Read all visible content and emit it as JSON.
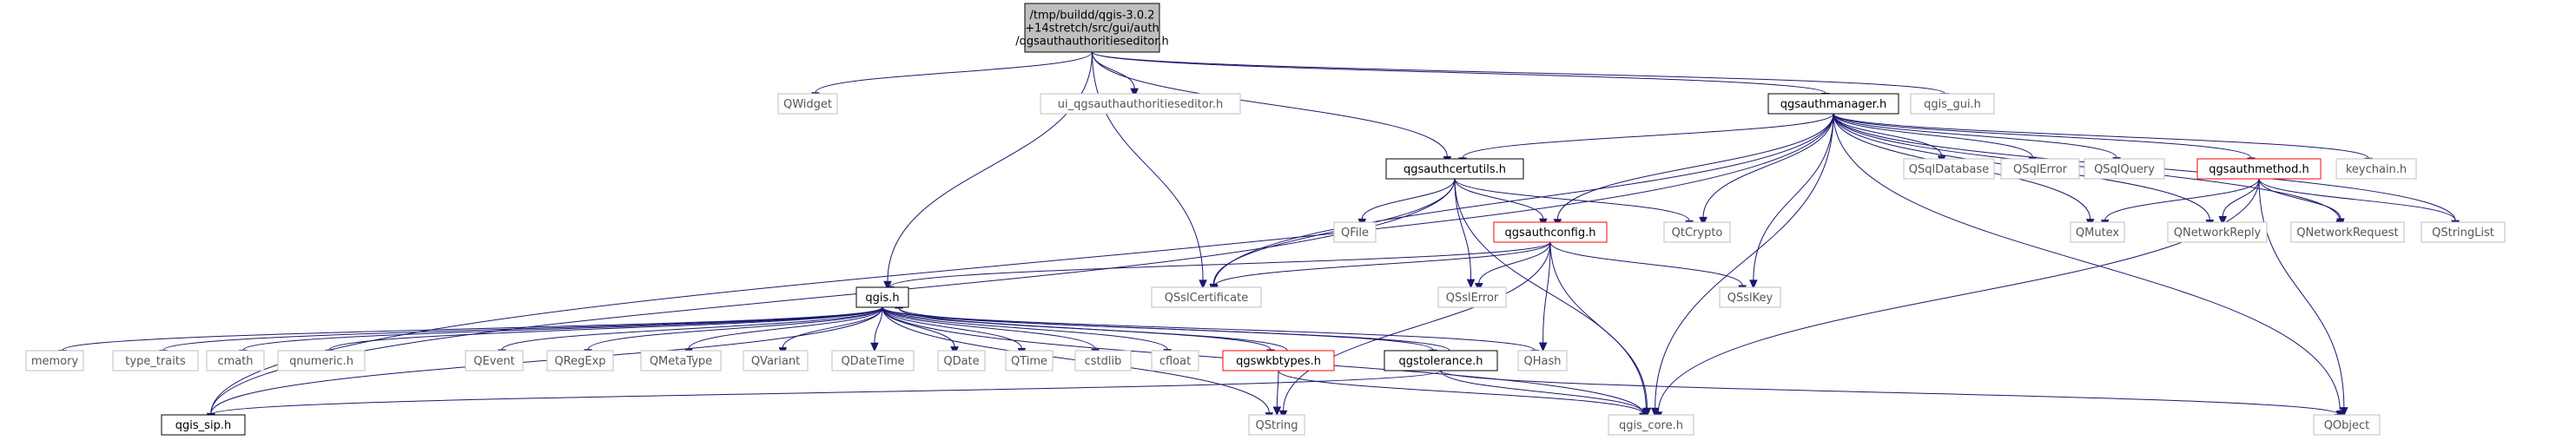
{
  "graph": {
    "colors": {
      "edge": "#191970",
      "root_fill": "#bfbfbf",
      "root_border": "#000000",
      "documented_border": "#000000",
      "undocumented_border": "#bfbfbf",
      "truncated_border": "#ff0000",
      "text_documented": "#000000",
      "text_undocumented": "#555555"
    },
    "nodes": {
      "root": {
        "lines": [
          "/tmp/buildd/qgis-3.0.2",
          "+14stretch/src/gui/auth",
          "/qgsauthauthoritieseditor.h"
        ],
        "kind": "root"
      },
      "qwidget": {
        "lines": [
          "QWidget"
        ],
        "kind": "undocumented"
      },
      "ui_editor": {
        "lines": [
          "ui_qgsauthauthoritieseditor.h"
        ],
        "kind": "undocumented"
      },
      "authmanager": {
        "lines": [
          "qgsauthmanager.h"
        ],
        "kind": "documented"
      },
      "qgis_gui": {
        "lines": [
          "qgis_gui.h"
        ],
        "kind": "undocumented"
      },
      "certutils": {
        "lines": [
          "qgsauthcertutils.h"
        ],
        "kind": "documented"
      },
      "sqldatabase": {
        "lines": [
          "QSqlDatabase"
        ],
        "kind": "undocumented"
      },
      "sqlerror": {
        "lines": [
          "QSqlError"
        ],
        "kind": "undocumented"
      },
      "sqlquery": {
        "lines": [
          "QSqlQuery"
        ],
        "kind": "undocumented"
      },
      "authmethod": {
        "lines": [
          "qgsauthmethod.h"
        ],
        "kind": "truncated"
      },
      "keychain": {
        "lines": [
          "keychain.h"
        ],
        "kind": "undocumented"
      },
      "qfile": {
        "lines": [
          "QFile"
        ],
        "kind": "undocumented"
      },
      "authconfig": {
        "lines": [
          "qgsauthconfig.h"
        ],
        "kind": "truncated"
      },
      "qtcrypto": {
        "lines": [
          "QtCrypto"
        ],
        "kind": "undocumented"
      },
      "qmutex": {
        "lines": [
          "QMutex"
        ],
        "kind": "undocumented"
      },
      "netreply": {
        "lines": [
          "QNetworkReply"
        ],
        "kind": "undocumented"
      },
      "netrequest": {
        "lines": [
          "QNetworkRequest"
        ],
        "kind": "undocumented"
      },
      "stringlist": {
        "lines": [
          "QStringList"
        ],
        "kind": "undocumented"
      },
      "qgis_h": {
        "lines": [
          "qgis.h"
        ],
        "kind": "documented"
      },
      "sslcert": {
        "lines": [
          "QSslCertificate"
        ],
        "kind": "undocumented"
      },
      "sslerror": {
        "lines": [
          "QSslError"
        ],
        "kind": "undocumented"
      },
      "sslkey": {
        "lines": [
          "QSslKey"
        ],
        "kind": "undocumented"
      },
      "memory": {
        "lines": [
          "memory"
        ],
        "kind": "undocumented"
      },
      "type_traits": {
        "lines": [
          "type_traits"
        ],
        "kind": "undocumented"
      },
      "cmath": {
        "lines": [
          "cmath"
        ],
        "kind": "undocumented"
      },
      "qnumeric": {
        "lines": [
          "qnumeric.h"
        ],
        "kind": "undocumented"
      },
      "qevent": {
        "lines": [
          "QEvent"
        ],
        "kind": "undocumented"
      },
      "qregexp": {
        "lines": [
          "QRegExp"
        ],
        "kind": "undocumented"
      },
      "qmetatype": {
        "lines": [
          "QMetaType"
        ],
        "kind": "undocumented"
      },
      "qvariant": {
        "lines": [
          "QVariant"
        ],
        "kind": "undocumented"
      },
      "qdatetime": {
        "lines": [
          "QDateTime"
        ],
        "kind": "undocumented"
      },
      "qdate": {
        "lines": [
          "QDate"
        ],
        "kind": "undocumented"
      },
      "qtime": {
        "lines": [
          "QTime"
        ],
        "kind": "undocumented"
      },
      "cstdlib": {
        "lines": [
          "cstdlib"
        ],
        "kind": "undocumented"
      },
      "cfloat": {
        "lines": [
          "cfloat"
        ],
        "kind": "undocumented"
      },
      "wkbtypes": {
        "lines": [
          "qgswkbtypes.h"
        ],
        "kind": "truncated"
      },
      "tolerance": {
        "lines": [
          "qgstolerance.h"
        ],
        "kind": "documented"
      },
      "qhash": {
        "lines": [
          "QHash"
        ],
        "kind": "undocumented"
      },
      "qgis_sip": {
        "lines": [
          "qgis_sip.h"
        ],
        "kind": "documented"
      },
      "qstring": {
        "lines": [
          "QString"
        ],
        "kind": "undocumented"
      },
      "qgis_core": {
        "lines": [
          "qgis_core.h"
        ],
        "kind": "undocumented"
      },
      "qobject": {
        "lines": [
          "QObject"
        ],
        "kind": "undocumented"
      }
    },
    "edges": [
      [
        "root",
        "qwidget"
      ],
      [
        "root",
        "ui_editor"
      ],
      [
        "root",
        "authmanager"
      ],
      [
        "root",
        "qgis_gui"
      ],
      [
        "root",
        "certutils"
      ],
      [
        "root",
        "qgis_h"
      ],
      [
        "root",
        "sslcert"
      ],
      [
        "authmanager",
        "certutils"
      ],
      [
        "authmanager",
        "sqldatabase"
      ],
      [
        "authmanager",
        "sqlerror"
      ],
      [
        "authmanager",
        "sqlquery"
      ],
      [
        "authmanager",
        "authmethod"
      ],
      [
        "authmanager",
        "keychain"
      ],
      [
        "authmanager",
        "authconfig"
      ],
      [
        "authmanager",
        "qtcrypto"
      ],
      [
        "authmanager",
        "qmutex"
      ],
      [
        "authmanager",
        "netreply"
      ],
      [
        "authmanager",
        "netrequest"
      ],
      [
        "authmanager",
        "stringlist"
      ],
      [
        "authmanager",
        "sslcert"
      ],
      [
        "authmanager",
        "sslkey"
      ],
      [
        "authmanager",
        "qgis_core"
      ],
      [
        "authmanager",
        "qobject"
      ],
      [
        "authmanager",
        "qgis_sip"
      ],
      [
        "certutils",
        "qfile"
      ],
      [
        "certutils",
        "authconfig"
      ],
      [
        "certutils",
        "qtcrypto"
      ],
      [
        "certutils",
        "sslcert"
      ],
      [
        "certutils",
        "sslerror"
      ],
      [
        "certutils",
        "qgis_core"
      ],
      [
        "certutils",
        "qgis_sip"
      ],
      [
        "authmethod",
        "qmutex"
      ],
      [
        "authmethod",
        "netreply"
      ],
      [
        "authmethod",
        "netrequest"
      ],
      [
        "authmethod",
        "stringlist"
      ],
      [
        "authmethod",
        "qobject"
      ],
      [
        "authmethod",
        "qgis_core"
      ],
      [
        "authconfig",
        "qgis_h"
      ],
      [
        "authconfig",
        "sslcert"
      ],
      [
        "authconfig",
        "sslerror"
      ],
      [
        "authconfig",
        "sslkey"
      ],
      [
        "authconfig",
        "qhash"
      ],
      [
        "authconfig",
        "qgis_core"
      ],
      [
        "authconfig",
        "qstring"
      ],
      [
        "qgis_h",
        "memory"
      ],
      [
        "qgis_h",
        "type_traits"
      ],
      [
        "qgis_h",
        "cmath"
      ],
      [
        "qgis_h",
        "qnumeric"
      ],
      [
        "qgis_h",
        "qevent"
      ],
      [
        "qgis_h",
        "qregexp"
      ],
      [
        "qgis_h",
        "qmetatype"
      ],
      [
        "qgis_h",
        "qvariant"
      ],
      [
        "qgis_h",
        "qdatetime"
      ],
      [
        "qgis_h",
        "qdate"
      ],
      [
        "qgis_h",
        "qtime"
      ],
      [
        "qgis_h",
        "cstdlib"
      ],
      [
        "qgis_h",
        "cfloat"
      ],
      [
        "qgis_h",
        "wkbtypes"
      ],
      [
        "qgis_h",
        "tolerance"
      ],
      [
        "qgis_h",
        "qhash"
      ],
      [
        "qgis_h",
        "qgis_sip"
      ],
      [
        "qgis_h",
        "qstring"
      ],
      [
        "qgis_h",
        "qgis_core"
      ],
      [
        "wkbtypes",
        "qgis_h"
      ],
      [
        "tolerance",
        "qgis_h"
      ],
      [
        "wkbtypes",
        "qstring"
      ],
      [
        "wkbtypes",
        "qgis_core"
      ],
      [
        "tolerance",
        "qgis_core"
      ],
      [
        "tolerance",
        "qgis_sip"
      ],
      [
        "tolerance",
        "qobject"
      ]
    ]
  }
}
